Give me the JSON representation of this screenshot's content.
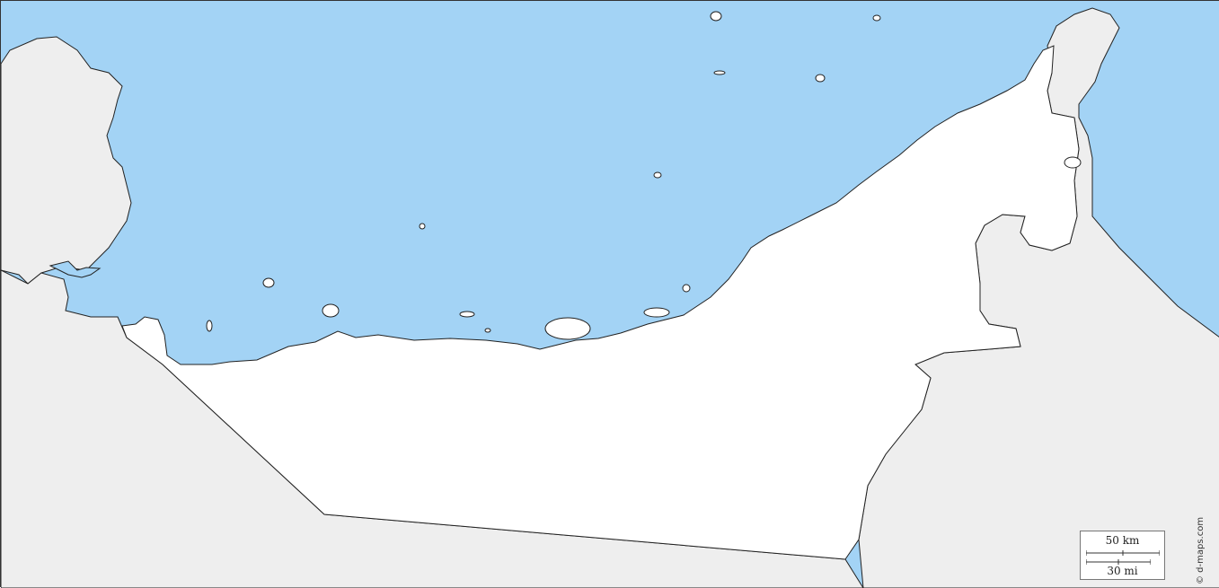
{
  "map": {
    "colors": {
      "sea": "#a3d3f5",
      "land_main": "#ffffff",
      "land_neighbor": "#eeeeee",
      "border": "#222222"
    },
    "scale": {
      "km_label": "50 km",
      "mi_label": "30 mi"
    },
    "credit": "© d-maps.com"
  }
}
